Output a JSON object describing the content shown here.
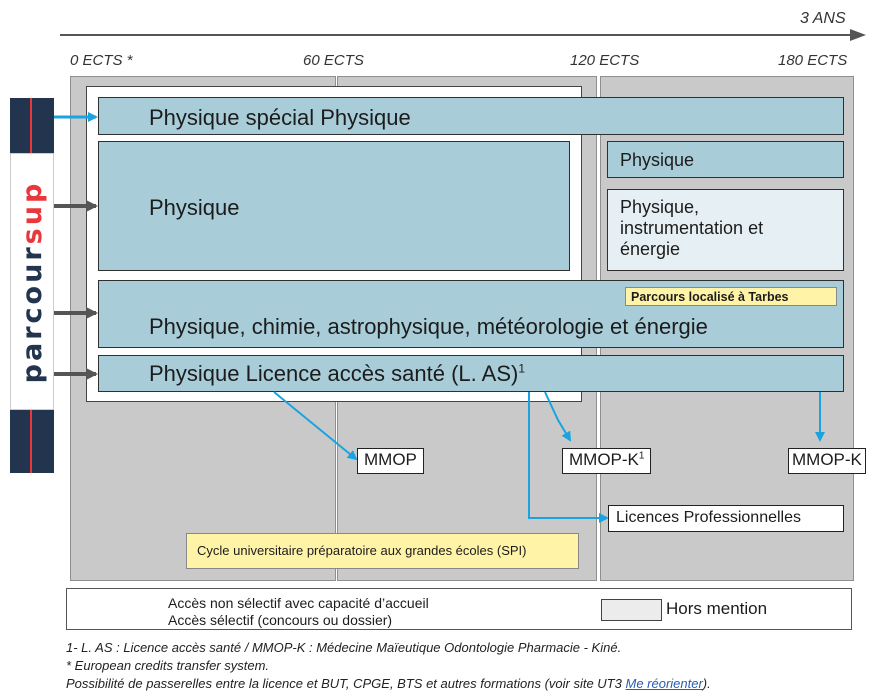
{
  "header": {
    "duration": "3 ANS"
  },
  "ects": [
    "0 ECTS *",
    "60 ECTS",
    "120 ECTS",
    "180 ECTS"
  ],
  "parcoursup": {
    "letters": [
      "p",
      "a",
      "r",
      "c",
      "o",
      "u",
      "r",
      "s",
      "u",
      "p"
    ],
    "red_letters": [
      7,
      8,
      9
    ]
  },
  "programs": {
    "special": "Physique spécial Physique",
    "physique": "Physique",
    "physique_l3": "Physique",
    "pie": "Physique, instrumentation et énergie",
    "pcae": "Physique, chimie, astrophysique, météorologie et énergie",
    "tarbes": "Parcours localisé à Tarbes",
    "las_main": "Physique Licence accès santé (L. AS)",
    "las_sup": "1"
  },
  "outcomes": {
    "mmop": "MMOP",
    "mmopk1": "MMOP-K",
    "mmopk1_sup": "1",
    "mmopk": "MMOP-K",
    "lp": "Licences Professionnelles",
    "cupge": "Cycle universitaire préparatoire aux grandes écoles (SPI)"
  },
  "legend": {
    "non_selective": "Accès non sélectif avec capacité d’accueil",
    "selective": "Accès sélectif (concours ou dossier)",
    "hors_mention": "Hors mention"
  },
  "footnotes": {
    "f1": "1- L. AS : Licence accès santé / MMOP-K : Médecine Maïeutique Odontologie Pharmacie - Kiné.",
    "f2": "* European credits transfer system.",
    "f3_prefix": "Possibilité de passerelles entre la licence et BUT, CPGE, BTS et autres formations (voir site UT3 ",
    "f3_link": "Me réorienter",
    "f3_suffix": ")."
  },
  "colors": {
    "program_fill": "#a9cdd8",
    "program_light_fill": "#e6f0f4",
    "column_fill": "#c9c9c9",
    "selective_arrow": "#1aa3e0",
    "non_selective_arrow": "#555555",
    "parcoursup_navy": "#23344f",
    "parcoursup_red": "#e8383d",
    "note_yellow": "#fff3a8"
  },
  "icons": [
    "selective-arrow-icon",
    "non-selective-arrow-icon"
  ]
}
